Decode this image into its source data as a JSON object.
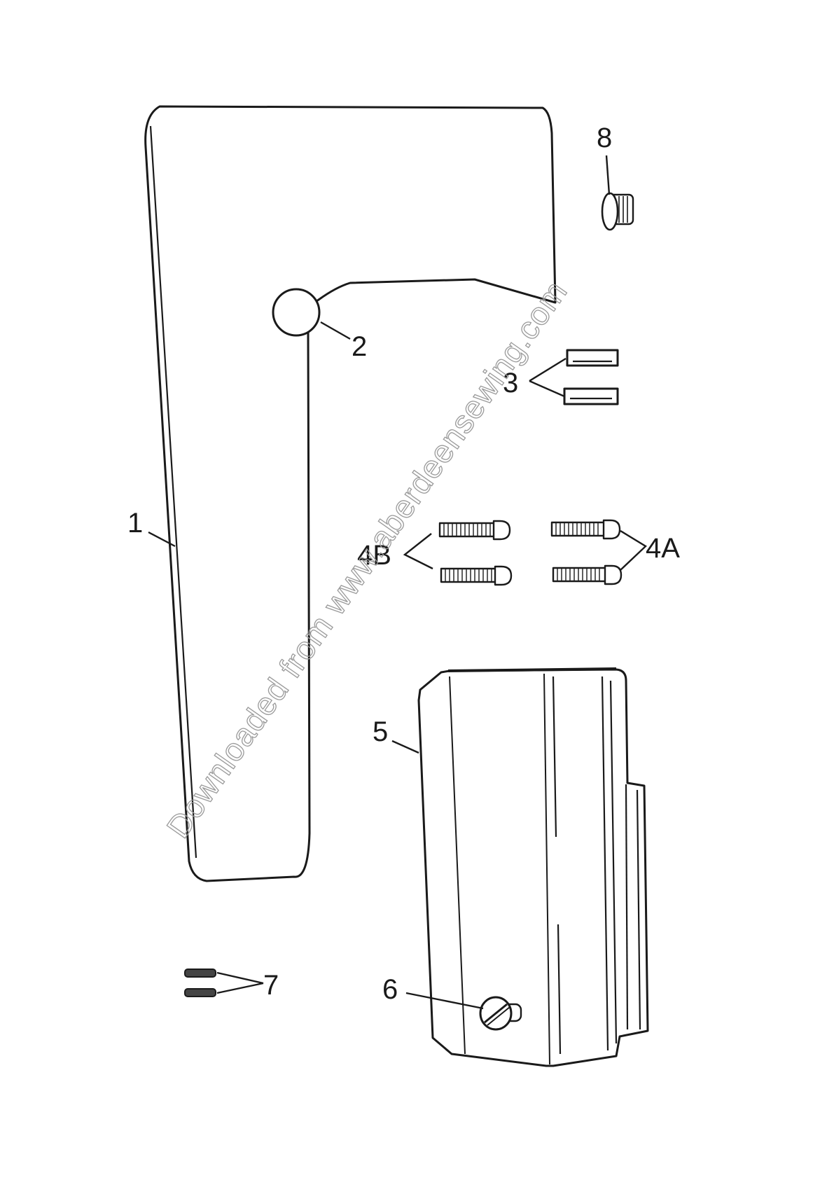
{
  "labels": {
    "c1": "1",
    "c2": "2",
    "c3": "3",
    "c4a": "4A",
    "c4b": "4B",
    "c5": "5",
    "c6": "6",
    "c7": "7",
    "c8": "8"
  },
  "watermark": "Downloaded from www.aberdeensewing.com",
  "colors": {
    "line": "#1a1a1a",
    "watermark": "#9a9a9a"
  }
}
